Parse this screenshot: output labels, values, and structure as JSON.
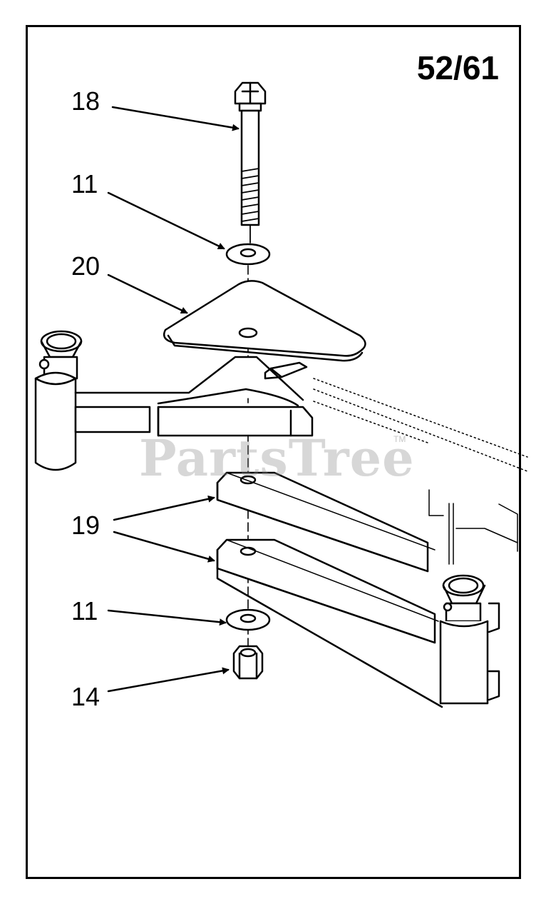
{
  "model_label": "52/61",
  "watermark": "PartsTree",
  "watermark_mark": "TM",
  "callouts": [
    {
      "id": "18",
      "label": "18"
    },
    {
      "id": "11a",
      "label": "11"
    },
    {
      "id": "20",
      "label": "20"
    },
    {
      "id": "19",
      "label": "19"
    },
    {
      "id": "11b",
      "label": "11"
    },
    {
      "id": "14",
      "label": "14"
    }
  ],
  "colors": {
    "line": "#000000",
    "background": "#ffffff",
    "watermark": "#8c8c8c"
  }
}
